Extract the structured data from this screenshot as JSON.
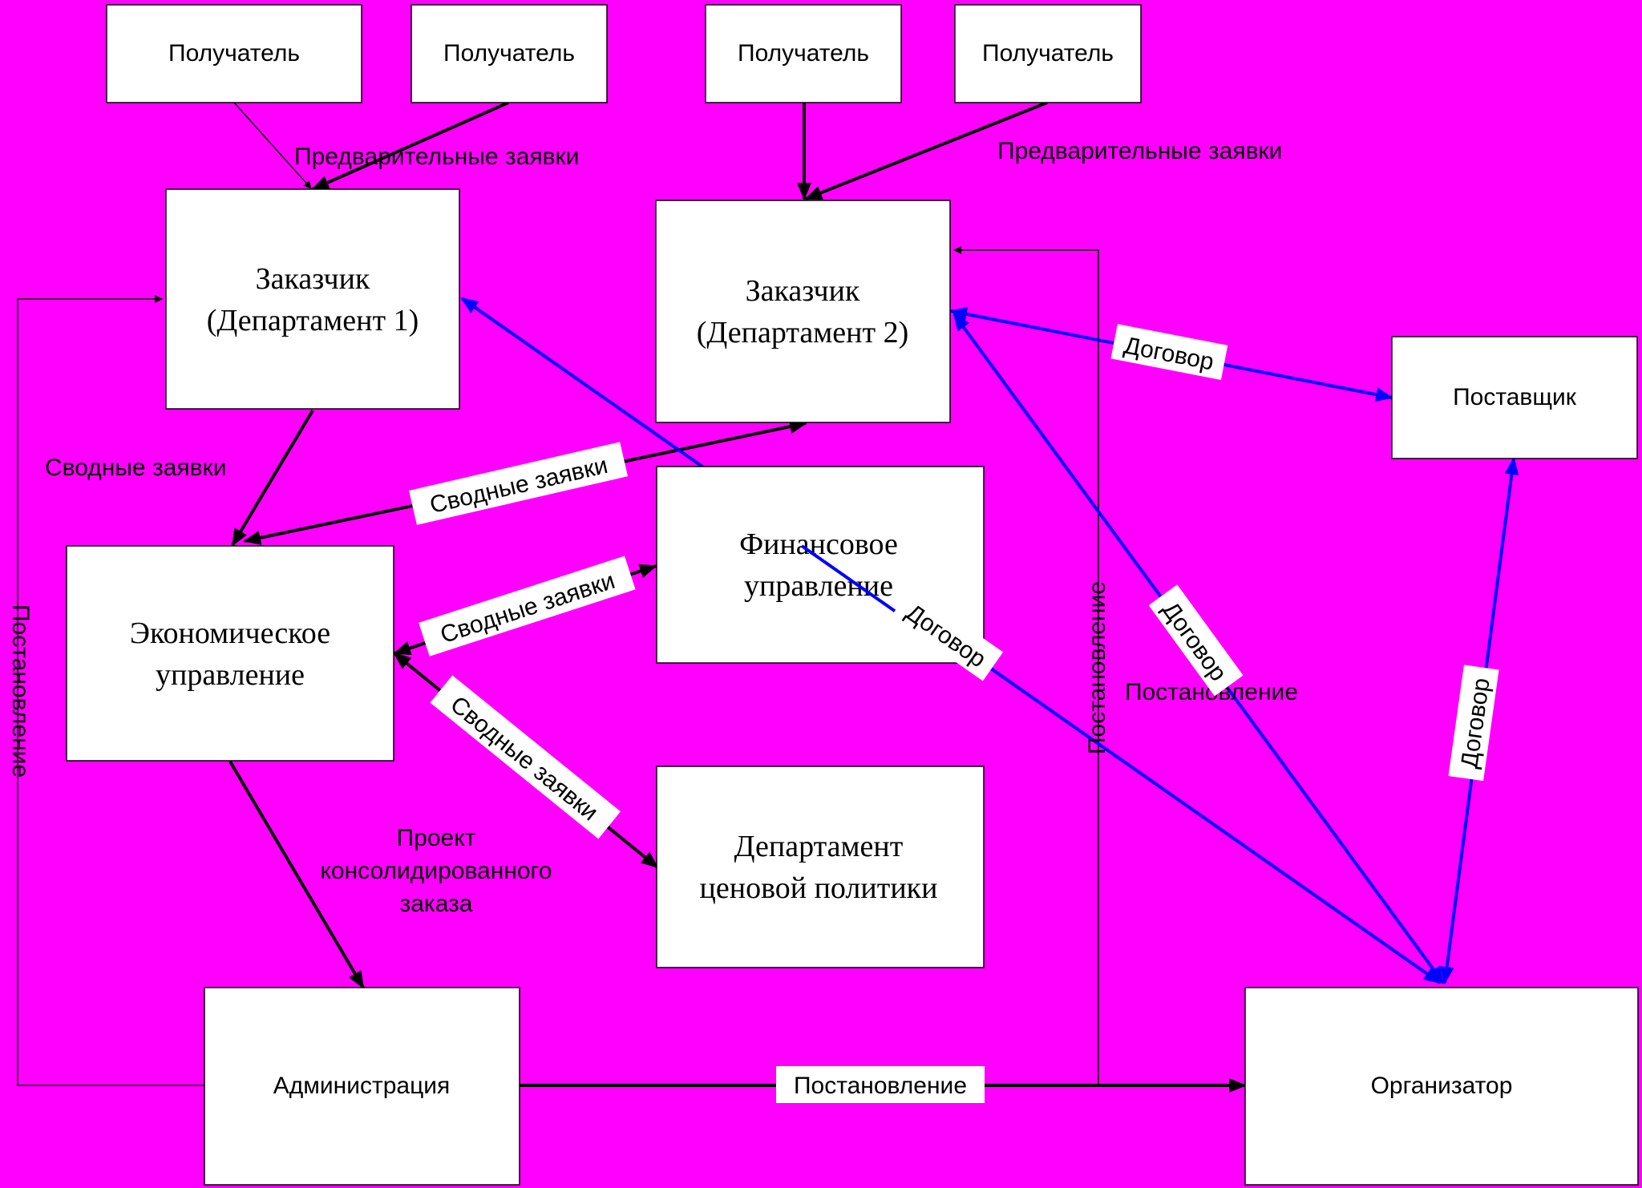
{
  "recipients": [
    "Получатель",
    "Получатель",
    "Получатель",
    "Получатель"
  ],
  "customer1": {
    "line1": "Заказчик",
    "line2": "(Департамент 1)"
  },
  "customer2": {
    "line1": "Заказчик",
    "line2": "(Департамент 2)"
  },
  "supplier": "Поставщик",
  "economic": {
    "line1": "Экономическое",
    "line2": "управление"
  },
  "financial": {
    "line1": "Финансовое",
    "line2": "управление"
  },
  "pricing": {
    "line1": "Департамент",
    "line2": "ценовой политики"
  },
  "administration": "Администрация",
  "organizer": "Организатор",
  "labels": {
    "preliminary_left": "Предварительные заявки",
    "preliminary_right": "Предварительные заявки",
    "summary_left": "Сводные заявки",
    "summary_to_c2": "Сводные заявки",
    "summary_to_fin": "Сводные заявки",
    "summary_to_price": "Сводные заявки",
    "project_line1": "Проект",
    "project_line2": "консолидированного",
    "project_line3": "заказа",
    "resolution_left": "Постановление",
    "resolution_bottom": "Постановление",
    "resolution_vertical": "Постановление",
    "resolution_right": "Постановление",
    "contract_c2_supplier": "Договор",
    "contract_c1_org": "Договор",
    "contract_c2_org": "Договор",
    "contract_supplier_org": "Договор"
  }
}
